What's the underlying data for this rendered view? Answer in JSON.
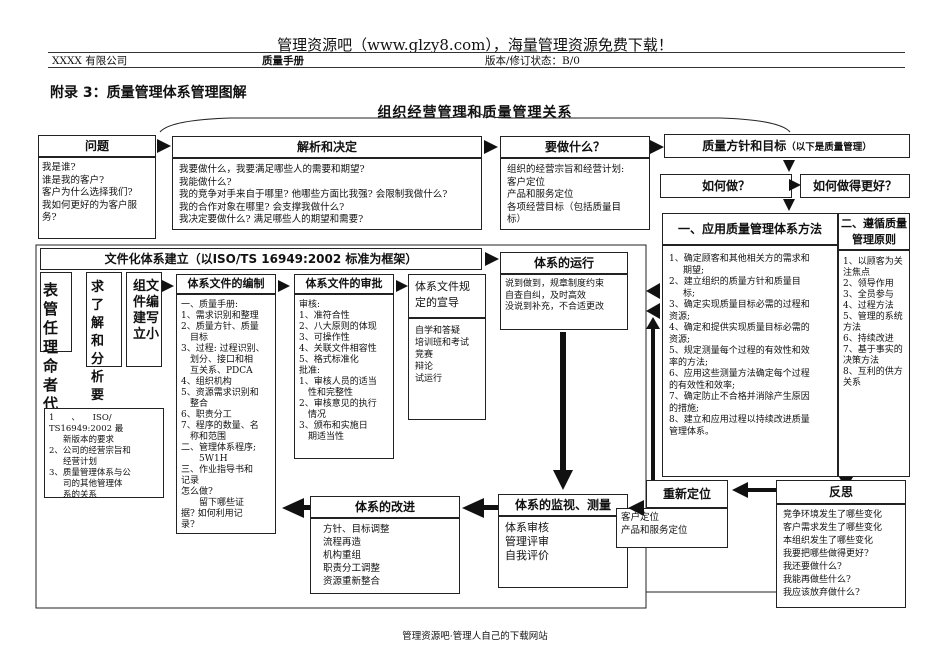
{
  "banner": "管理资源吧（www.glzy8.com），海量管理资源免费下载！",
  "header": {
    "company": "XXXX 有限公司",
    "manual": "质量手册",
    "version": "版本/修订状态：B/0"
  },
  "appendix_title": "附录 3：质量管理体系管理图解",
  "relation_title": "组织经营管理和质量管理关系",
  "question": {
    "title": "问题",
    "lines": [
      "我是谁?",
      "谁是我的客户?",
      "客户为什么选择我们?",
      "我如何更好的为客户服",
      "务?"
    ]
  },
  "analysis": {
    "title": "解析和决定",
    "lines": [
      "我要做什么，我要满足哪些人的需要和期望?",
      "我能做什么?",
      "我的竞争对手来自于哪里? 他哪些方面比我强? 会限制我做什么?",
      "我的合作对象在哪里? 会支撑我做什么?",
      "我决定要做什么? 满足哪些人的期望和需要?"
    ]
  },
  "todo": {
    "title": "要做什么？",
    "lines": [
      "组织的经营宗旨和经营计划:",
      "客户定位",
      "产品和服务定位",
      "各项经营目标（包括质量目",
      "标）"
    ]
  },
  "policy": {
    "title": "质量方针和目标",
    "note": "（以下是质量管理）"
  },
  "how": {
    "do": "如何做？",
    "better": "如何做得更好？"
  },
  "method": {
    "title": "一、应用质量管理体系方法",
    "lines": [
      "1、确定顾客和其他相关方的需求和",
      "期望;",
      "2、建立组织的质量方针和质量目",
      "标;",
      "3、确定实现质量目标必需的过程和",
      "资源;",
      "4、确定和提供实现质量目标必需的",
      "资源;",
      "5、规定测量每个过程的有效性和效",
      "率的方法;",
      "6、应用这些测量方法确定每个过程",
      "的有效性和效率;",
      "7、确定防止不合格并消除产生原因",
      "的措施;",
      "8、建立和应用过程以持续改进质量",
      "管理体系。"
    ]
  },
  "principles": {
    "title1": "二、遵循质量",
    "title2": "管理原则",
    "lines": [
      "1、以顾客为关",
      "注焦点",
      "2、领导作用",
      "3、全员参与",
      "4、过程方法",
      "5、管理的系统",
      "方法",
      "6、持续改进",
      "7、基于事实的",
      "决策方法",
      "8、互利的供方",
      "关系"
    ]
  },
  "docsystem": {
    "title": "文件化体系建立（以ISO/TS 16949:2002 标准为框架）"
  },
  "rep": {
    "chars": "表管任理命者代"
  },
  "req": {
    "chars": "求了解和分析要"
  },
  "org": {
    "chars": "组文件编建写立小"
  },
  "left_notes": {
    "lines": [
      "1　　、　　ISO/",
      "TS16949:2002 最",
      "新版本的要求",
      "2、公司的经营宗旨和",
      "经营计划",
      "3、质量管理体系与公",
      "司的其他管理体",
      "系的关系"
    ]
  },
  "compile": {
    "title": "体系文件的编制",
    "lines": [
      "一、质量手册:",
      "1、需求识别和整理",
      "2、质量方针、质量",
      "　目标",
      "3、过程: 过程识别、",
      "　划分、接口和相",
      "　互关系、PDCA",
      "4、组织机构",
      "5、资源需求识别和",
      "　整合",
      "6、职责分工",
      "7、程序的数量、名",
      "　称和范围",
      "二、管理体系程序;",
      "　　5W1H",
      "三、作业指导书和",
      "记录",
      "怎么做?",
      "　　留下哪些证",
      "据? 如何利用记",
      "录?"
    ]
  },
  "approve": {
    "title": "体系文件的审批",
    "lines": [
      "审核:",
      "1、准符合性",
      "2、八大原则的体现",
      "3、可操作性",
      "4、关联文件相容性",
      "5、格式标准化",
      "批准:",
      "1、审核人员的适当",
      "　性和完整性",
      "2、审核意见的执行",
      "　情况",
      "3、颁布和实施日",
      "　期适当性"
    ]
  },
  "promote": {
    "title": "体系文件规定的宣导",
    "lines": [
      "自学和答疑",
      "培训班和考试",
      "竞赛",
      "辩论",
      "试运行"
    ]
  },
  "run": {
    "title": "体系的运行",
    "lines": [
      "说到做到，规章制度约束",
      "自查自纠，及时高效",
      "没说到补充，不合适更改"
    ]
  },
  "improve": {
    "title": "体系的改进",
    "lines": [
      "方针、目标调整",
      "流程再造",
      "机构重组",
      "职责分工调整",
      "资源重新整合"
    ]
  },
  "monitor": {
    "title": "体系的监视、测量",
    "lines": [
      "体系审核",
      "管理评审",
      "自我评价"
    ]
  },
  "reposition": {
    "title": "重新定位",
    "lines": [
      "客户定位",
      "产品和服务定位"
    ]
  },
  "reflect": {
    "title": "反思",
    "lines": [
      "竞争环境发生了哪些变化",
      "客户需求发生了哪些变化",
      "本组织发生了哪些变化",
      "我要把哪些做得更好?",
      "我还要做什么?",
      "我能再做些什么?",
      "我应该放弃做什么?"
    ]
  },
  "footer": "管理资源吧·管理人自己的下载网站"
}
